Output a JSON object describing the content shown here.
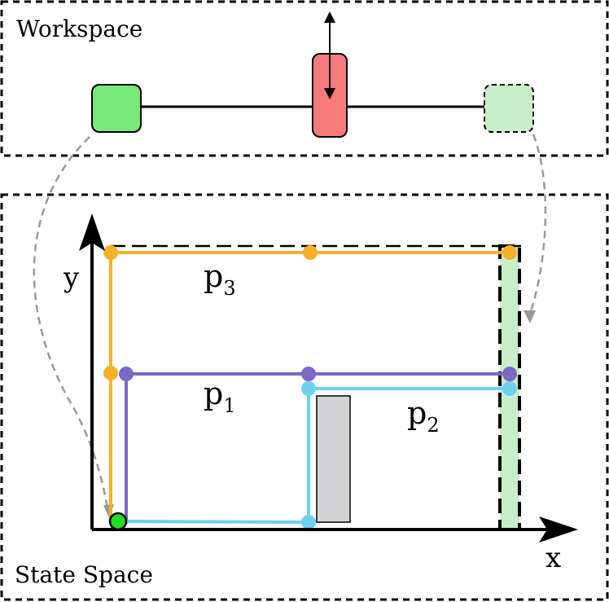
{
  "workspace": {
    "title": "Workspace"
  },
  "state_space": {
    "title": "State Space",
    "x_label": "x",
    "y_label": "y"
  },
  "paths": [
    {
      "id": "p1",
      "letter": "p",
      "sub": "1",
      "color": "#7b68c8"
    },
    {
      "id": "p2",
      "letter": "p",
      "sub": "2",
      "color": "#6cd0f0"
    },
    {
      "id": "p3",
      "letter": "p",
      "sub": "3",
      "color": "#f7b02a"
    }
  ],
  "colors": {
    "start_block": "#77e87a",
    "moving_obstacle": "#f77b7b",
    "goal_block": "#c9edc9",
    "goal_region": "#c9edc9",
    "static_obstacle": "#d3d3d5",
    "start_point": "#22dd22",
    "hint_arrow": "#999999"
  }
}
